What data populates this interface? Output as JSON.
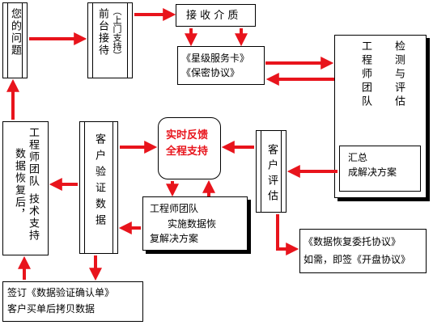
{
  "colors": {
    "arrow": "#e8141c",
    "border": "#000000",
    "highlight": "#e8141c"
  },
  "nodes": {
    "your_problem": "您的问题",
    "front_desk": "前台接待",
    "front_desk_sub": "（上门支持）",
    "receive_media": "接 收 介 质",
    "service_card": "《星级服务卡》",
    "confidentiality": "《保密协议》",
    "engineer_team_title": "工程师团队",
    "detect_assess": "检测与评估",
    "summary_line1": "汇总",
    "summary_line2": "成解决方案",
    "customer_assess": "客户评估",
    "realtime_line1": "实时反馈",
    "realtime_line2": "全程支持",
    "customer_verify": "客户验证数据",
    "engineer_support_col1": "工程师团队",
    "engineer_support_col2": "技术支持",
    "engineer_support_col3": "数据恢复后，",
    "implement_line1": "工程师团队",
    "implement_line2": "实施数据恢",
    "implement_line3": "复解决方案",
    "entrust_line1": "《数据恢复委托协议》",
    "entrust_line2": "如需，即签《开盘协议》",
    "sign_line1": "签订《数据验证确认单》",
    "sign_line2": "客户买单后拷贝数据"
  }
}
